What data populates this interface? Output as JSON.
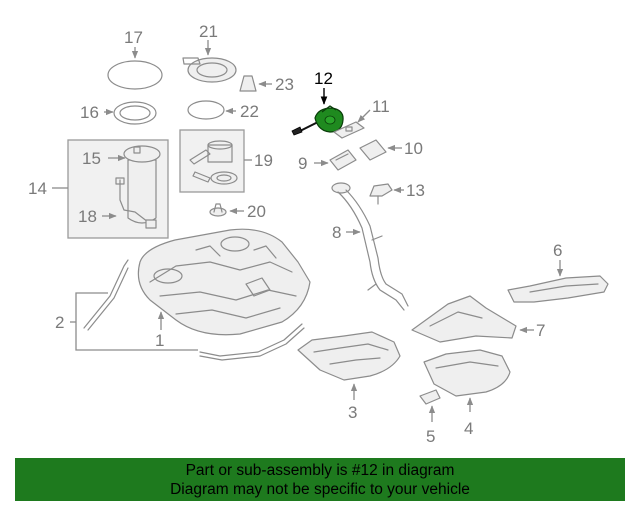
{
  "diagram": {
    "highlighted_part": "12",
    "highlight_color": "#1f8a1f",
    "callouts": {
      "c1": "1",
      "c2": "2",
      "c3": "3",
      "c4": "4",
      "c5": "5",
      "c6": "6",
      "c7": "7",
      "c8": "8",
      "c9": "9",
      "c10": "10",
      "c11": "11",
      "c12": "12",
      "c13": "13",
      "c14": "14",
      "c15": "15",
      "c16": "16",
      "c17": "17",
      "c18": "18",
      "c19": "19",
      "c20": "20",
      "c21": "21",
      "c22": "22",
      "c23": "23"
    }
  },
  "banner": {
    "background": "#1e7a1e",
    "line1": "Part or sub-assembly is #12 in diagram",
    "line2": "Diagram may not be specific to your vehicle"
  }
}
